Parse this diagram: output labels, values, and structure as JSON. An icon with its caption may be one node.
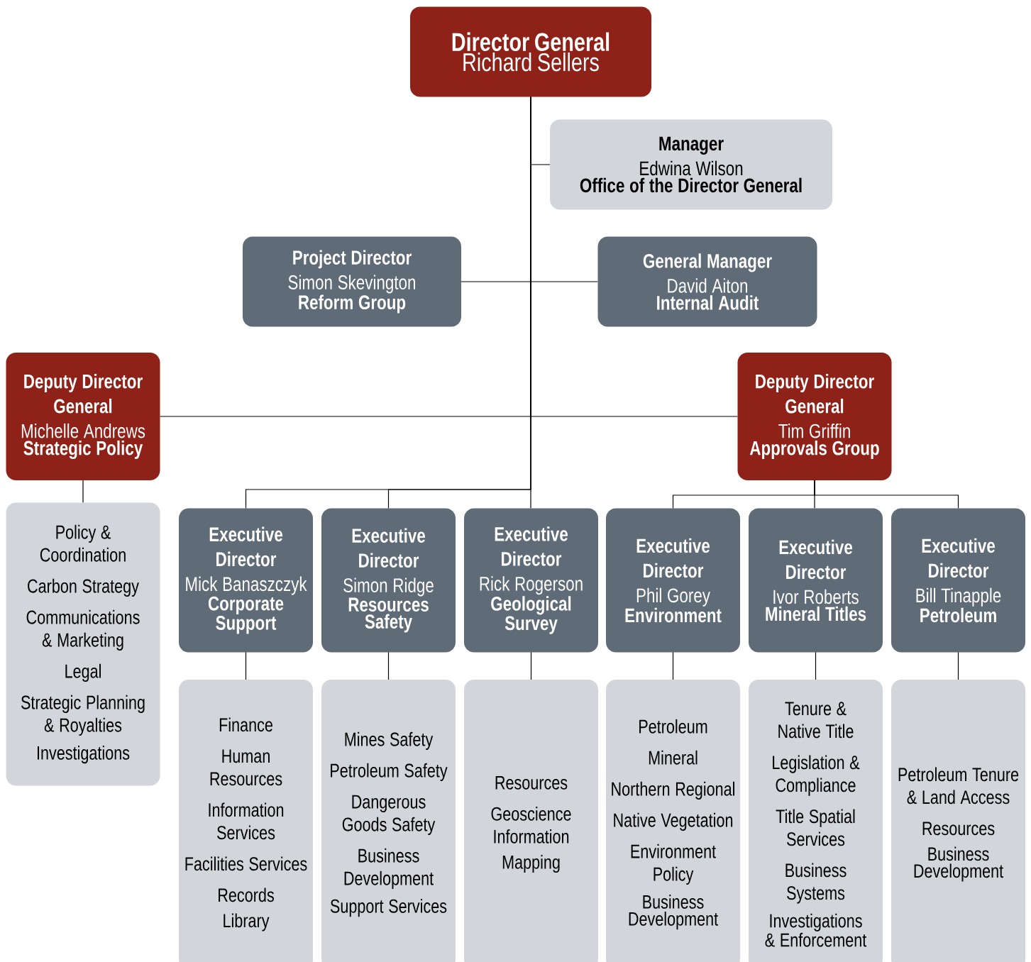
{
  "diagram": {
    "nodes": [
      {
        "text": [
          "Director General",
          "Richard Sellers"
        ]
      },
      {
        "text": [
          "Manager",
          "Edwina Wilson",
          "Office of the Director General"
        ]
      },
      {
        "text": [
          "Project Director",
          "Simon Skevington",
          "Reform Group"
        ]
      },
      {
        "text": [
          "General Manager",
          "David Aiton",
          "Internal Audit"
        ]
      },
      {
        "text": [
          "Deputy Director General",
          "Michelle Andrews",
          "Strategic Policy"
        ]
      },
      {
        "text": [
          "Deputy Director General",
          "Tim Griffin",
          "Approvals Group"
        ]
      },
      {
        "text": [
          "Policy & Coordination",
          "Carbon Strategy",
          "Communications & Marketing",
          "Legal",
          "Strategic Planning & Royalties",
          "Investigations"
        ]
      },
      {
        "text": [
          "Executive Director",
          "Mick Banaszczyk",
          "Corporate Support"
        ]
      },
      {
        "text": [
          "Executive Director",
          "Simon Ridge",
          "Resources Safety"
        ]
      },
      {
        "text": [
          "Executive Director",
          "Rick Rogerson",
          "Geological Survey"
        ]
      },
      {
        "text": [
          "Executive Director",
          "Phil Gorey",
          "Environment"
        ]
      },
      {
        "text": [
          "Executive Director",
          "Ivor Roberts",
          "Mineral Titles"
        ]
      },
      {
        "text": [
          "Executive Director",
          "Bill Tinapple",
          "Petroleum"
        ]
      },
      {
        "text": [
          "Finance",
          "Human Resources",
          "Information Services",
          "Facilities Services",
          "Records",
          "Library"
        ]
      },
      {
        "text": [
          "Mines Safety",
          "Petroleum Safety",
          "Dangerous Goods Safety",
          "Business Development",
          "Support Services"
        ]
      },
      {
        "text": [
          "Resources",
          "Geoscience Information",
          "Mapping"
        ]
      },
      {
        "text": [
          "Petroleum",
          "Mineral",
          "Northern Regional",
          "Native Vegetation",
          "Environment Policy",
          "Business Development"
        ]
      },
      {
        "text": [
          "Tenure & Native Title",
          "Legislation & Compliance",
          "Title Spatial Services",
          "Business Systems",
          "Investigations & Enforcement"
        ]
      },
      {
        "text": [
          "Petroleum Tenure & Land Access",
          "Resources",
          "Business Development"
        ]
      }
    ],
    "edges": [
      {
        "from": 0,
        "to": 1,
        "arrow": "none"
      },
      {
        "from": 0,
        "to": 2,
        "arrow": "none"
      },
      {
        "from": 0,
        "to": 3,
        "arrow": "none"
      },
      {
        "from": 0,
        "to": 4,
        "arrow": "none"
      },
      {
        "from": 0,
        "to": 5,
        "arrow": "none"
      },
      {
        "from": 4,
        "to": 6,
        "arrow": "none"
      },
      {
        "from": 0,
        "to": 7,
        "arrow": "none"
      },
      {
        "from": 0,
        "to": 8,
        "arrow": "none"
      },
      {
        "from": 0,
        "to": 9,
        "arrow": "none"
      },
      {
        "from": 5,
        "to": 10,
        "arrow": "none"
      },
      {
        "from": 5,
        "to": 11,
        "arrow": "none"
      },
      {
        "from": 5,
        "to": 12,
        "arrow": "none"
      },
      {
        "from": 7,
        "to": 13,
        "arrow": "none"
      },
      {
        "from": 8,
        "to": 14,
        "arrow": "none"
      },
      {
        "from": 9,
        "to": 15,
        "arrow": "none"
      },
      {
        "from": 10,
        "to": 16,
        "arrow": "none"
      },
      {
        "from": 11,
        "to": 17,
        "arrow": "none"
      },
      {
        "from": 12,
        "to": 18,
        "arrow": "none"
      }
    ]
  }
}
